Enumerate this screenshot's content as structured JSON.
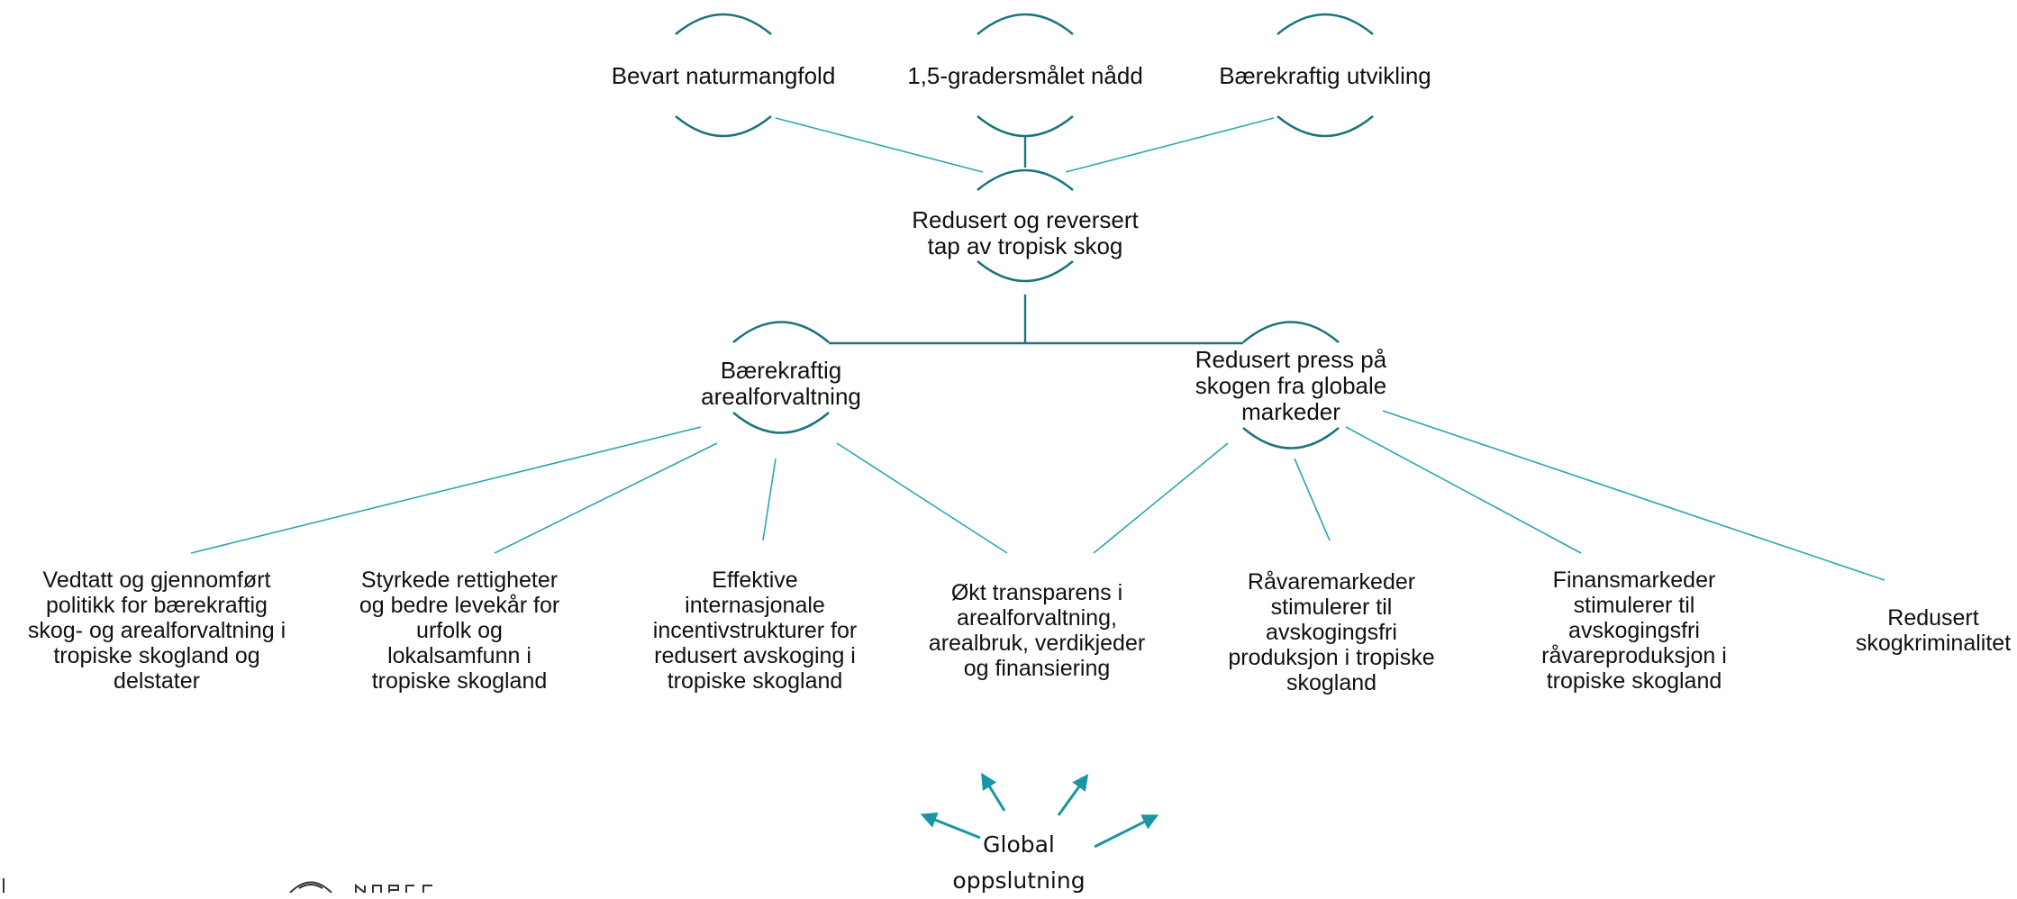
{
  "diagram": {
    "top_goals": [
      {
        "label": "Bevart naturmangfold"
      },
      {
        "label": "1,5-gradersmålet nådd"
      },
      {
        "label": "Bærekraftig utvikling"
      }
    ],
    "main_goal": {
      "label": "Redusert og reversert\ntap av tropisk skog"
    },
    "mid_goals": [
      {
        "label": "Bærekraftig\narealforvaltning"
      },
      {
        "label": "Redusert press på\nskogen fra globale\nmarkeder"
      }
    ],
    "outcomes": [
      {
        "label": "Vedtatt og gjennomført\npolitikk for bærekraftig\nskog- og arealforvaltning i\ntropiske skogland og\ndelstater"
      },
      {
        "label": "Styrkede rettigheter\nog bedre levekår for\nurfolk og\nlokalsamfunn i\ntropiske skogland"
      },
      {
        "label": "Effektive\ninternasjonale\nincentivstrukturer for\nredusert avskoging i\ntropiske skogland"
      },
      {
        "label": "Økt transparens i\narealforvaltning,\narealbruk, verdikjeder\nog finansiering"
      },
      {
        "label": "Råvaremarkeder\nstimulerer til\navskogingsfri\nproduksjon i tropiske\nskogland"
      },
      {
        "label": "Finansmarkeder\nstimulerer til\navskogingsfri\nråvareproduksjon i\ntropiske skogland"
      },
      {
        "label": "Redusert\nskogkriminalitet"
      }
    ],
    "global": {
      "label": "Global\noppslutning"
    },
    "colors": {
      "arc": "#1a7480",
      "line": "#2aa7b3",
      "arrow": "#1896a3"
    }
  }
}
